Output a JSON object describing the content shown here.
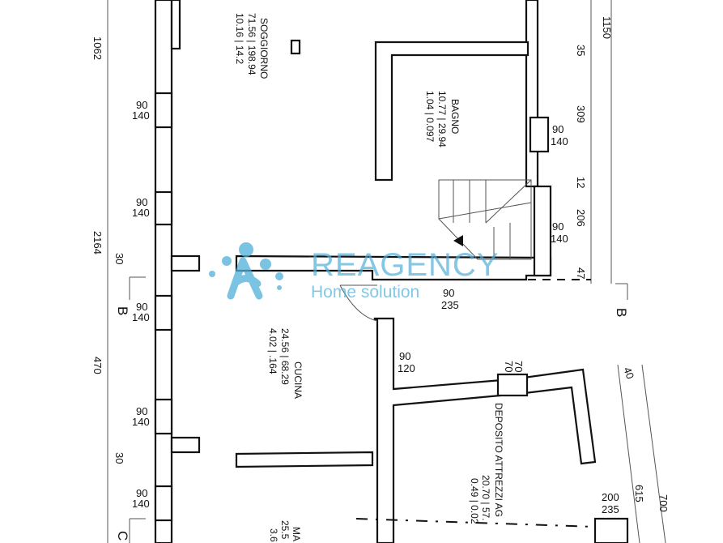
{
  "rooms": {
    "soggiorno": {
      "name": "SOGGIORNO",
      "line1": "71.56 | 198.94",
      "line2": "10.16 | 14.2"
    },
    "bagno": {
      "name": "BAGNO",
      "line1": "10.77 | 29.94",
      "line2": "1.04 | 0.097"
    },
    "cucina": {
      "name": "CUCINA",
      "line1": "24.56 | 68.29",
      "line2": "4.02 | .164"
    },
    "deposito": {
      "name": "DEPOSITO ATTREZZI AG",
      "line1": "20.70 | 57.",
      "line2": "0.49 | 0.02"
    },
    "bottom": {
      "name": "MA",
      "line1": "25.5",
      "line2": "3.6"
    }
  },
  "dimensions": {
    "left_1062": "1062",
    "left_2164": "2164",
    "left_470": "470",
    "left_30a": "30",
    "left_30b": "30",
    "right_1150": "1150",
    "right_35": "35",
    "right_309": "309",
    "right_12": "12",
    "right_206": "206",
    "right_47": "47",
    "right_40": "40",
    "right_615": "615",
    "right_700": "700"
  },
  "openings": [
    {
      "w": "90",
      "h": "140"
    },
    {
      "w": "90",
      "h": "140"
    },
    {
      "w": "90",
      "h": "140"
    },
    {
      "w": "90",
      "h": "140"
    },
    {
      "w": "90",
      "h": "140"
    },
    {
      "w": "90",
      "h": "140"
    },
    {
      "w": "90",
      "h": "140"
    },
    {
      "w": "90",
      "h": "235"
    },
    {
      "w": "90",
      "h": "120"
    },
    {
      "w": "70",
      "h": "70"
    },
    {
      "w": "200",
      "h": "235"
    }
  ],
  "section_marks": {
    "b_left": "B",
    "b_right": "B",
    "c_left": "C"
  },
  "watermark": {
    "brand": "REAGENCY",
    "tagline": "Home solution",
    "color": "#4fb0d9"
  }
}
